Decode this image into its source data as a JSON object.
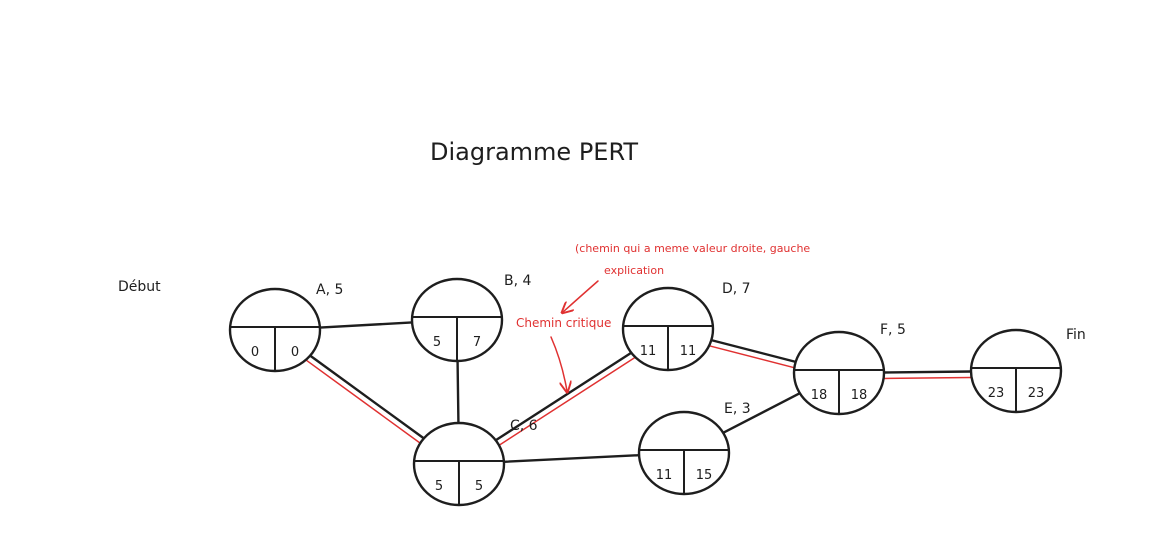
{
  "title": "Diagramme PERT",
  "start_label": "Début",
  "colors": {
    "ink": "#1e1e1e",
    "critical": "#e03131"
  },
  "nodes": [
    {
      "id": "start",
      "label": "A, 5",
      "left": "0",
      "right": "0"
    },
    {
      "id": "b",
      "label": "B, 4",
      "left": "5",
      "right": "7"
    },
    {
      "id": "c",
      "label": "C, 6",
      "left": "5",
      "right": "5"
    },
    {
      "id": "d",
      "label": "D, 7",
      "left": "11",
      "right": "11"
    },
    {
      "id": "e",
      "label": "E, 3",
      "left": "11",
      "right": "15"
    },
    {
      "id": "f",
      "label": "F, 5",
      "left": "18",
      "right": "18"
    },
    {
      "id": "fin",
      "label": "Fin",
      "left": "23",
      "right": "23"
    }
  ],
  "edges": [
    {
      "from": "start",
      "to": "b",
      "critical": false
    },
    {
      "from": "start",
      "to": "c",
      "critical": true
    },
    {
      "from": "b",
      "to": "c",
      "critical": false
    },
    {
      "from": "c",
      "to": "d",
      "critical": true
    },
    {
      "from": "c",
      "to": "e",
      "critical": false
    },
    {
      "from": "d",
      "to": "f",
      "critical": true
    },
    {
      "from": "e",
      "to": "f",
      "critical": false
    },
    {
      "from": "f",
      "to": "fin",
      "critical": true
    }
  ],
  "annotations": {
    "critical_path": "Chemin critique",
    "explanation_heading": "explication",
    "explanation_text": "(chemin qui a meme valeur droite, gauche"
  }
}
